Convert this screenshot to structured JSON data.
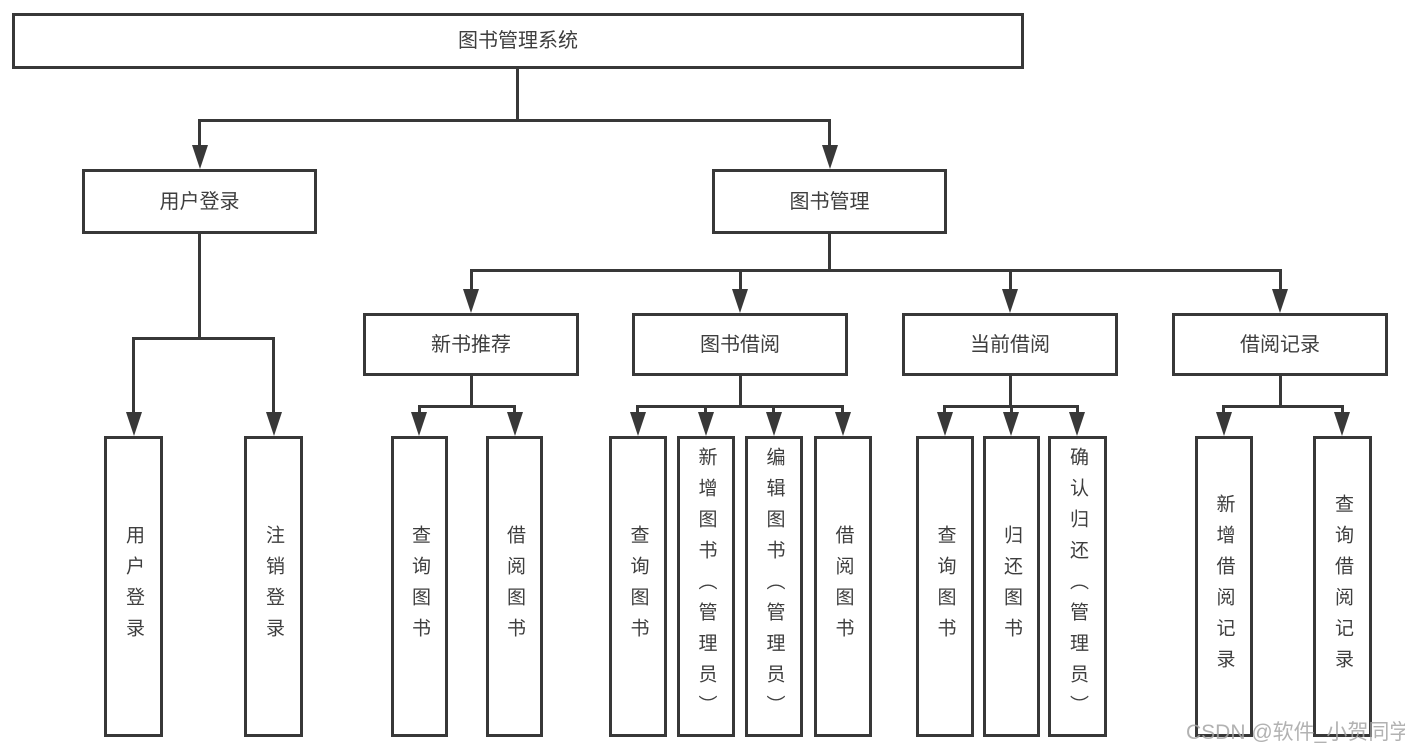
{
  "diagram_type": "tree",
  "colors": {
    "background": "#ffffff",
    "line": "#383838",
    "node_border": "#383838",
    "node_text": "#3e3e3e",
    "watermark": "#a5a5a5"
  },
  "tree": {
    "label": "图书管理系统",
    "children": [
      {
        "label": "用户登录",
        "children": [
          {
            "label": "用户登录"
          },
          {
            "label": "注销登录"
          }
        ]
      },
      {
        "label": "图书管理",
        "children": [
          {
            "label": "新书推荐",
            "children": [
              {
                "label": "查询图书"
              },
              {
                "label": "借阅图书"
              }
            ]
          },
          {
            "label": "图书借阅",
            "children": [
              {
                "label": "查询图书"
              },
              {
                "label": "新增图书（管理员）"
              },
              {
                "label": "编辑图书（管理员）"
              },
              {
                "label": "借阅图书"
              }
            ]
          },
          {
            "label": "当前借阅",
            "children": [
              {
                "label": "查询图书"
              },
              {
                "label": "归还图书"
              },
              {
                "label": "确认归还（管理员）"
              }
            ]
          },
          {
            "label": "借阅记录",
            "children": [
              {
                "label": "新增借阅记录"
              },
              {
                "label": "查询借阅记录"
              }
            ]
          }
        ]
      }
    ]
  },
  "watermark": {
    "text": "CSDN @软件_小贺同学"
  }
}
